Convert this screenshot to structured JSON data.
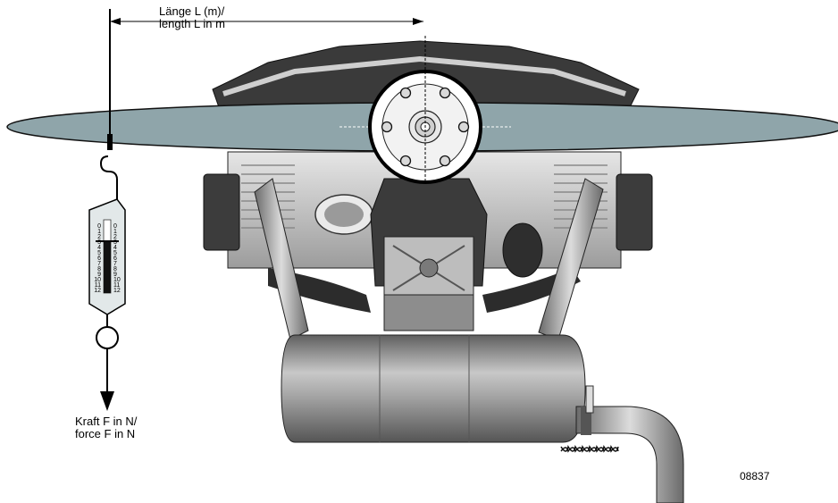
{
  "labels": {
    "length_de": "Länge L (m)/",
    "length_en": "length L in m",
    "force_de": "Kraft F in N/",
    "force_en": "force F in N",
    "figure_number": "08837"
  },
  "scale": {
    "left_ticks": [
      "0",
      "1",
      "2",
      "3",
      "4",
      "5",
      "6",
      "7",
      "8",
      "9",
      "10",
      "11",
      "12"
    ],
    "right_ticks": [
      "0",
      "1",
      "2",
      "3",
      "4",
      "5",
      "6",
      "7",
      "8",
      "9",
      "10",
      "11",
      "12"
    ]
  },
  "colors": {
    "propeller": "#8fa5aa",
    "engine_light": "#d8d8d8",
    "engine_mid": "#b5b5b5",
    "engine_dark": "#3c3c3c",
    "muffler": "#9a9a9a"
  }
}
